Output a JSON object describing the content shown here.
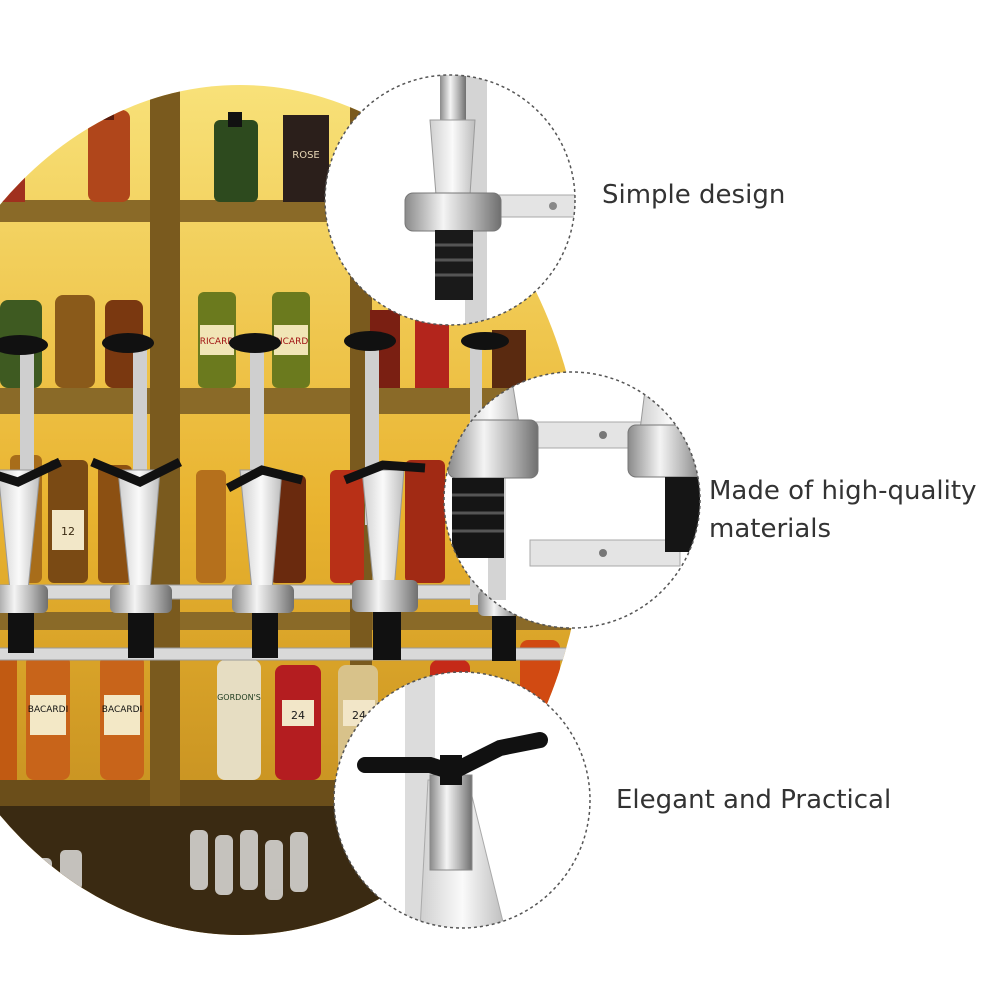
{
  "features": [
    {
      "label": "Simple design"
    },
    {
      "label": "Made of high-quality materials"
    },
    {
      "label": "Elegant and Practical"
    }
  ],
  "bottle_labels": [
    "RICARD",
    "RICARD",
    "BACARDI",
    "BACARDI",
    "GORDON'S",
    "24",
    "24",
    "12",
    "ROSE"
  ],
  "colors": {
    "background": "#ffffff",
    "text": "#333333",
    "bar_glow": "#f2c53d",
    "wood": "#7a5a1e",
    "circle_border": "#555555"
  }
}
